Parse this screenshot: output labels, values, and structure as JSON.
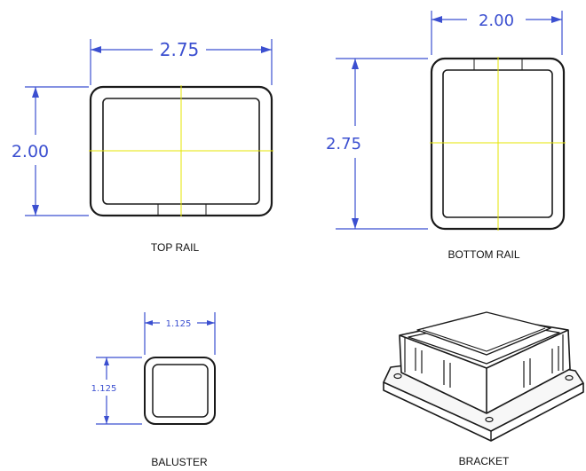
{
  "parts": {
    "top_rail": {
      "label": "TOP RAIL",
      "width_dim": "2.75",
      "height_dim": "2.00"
    },
    "bottom_rail": {
      "label": "BOTTOM RAIL",
      "width_dim": "2.00",
      "height_dim": "2.75"
    },
    "baluster": {
      "label": "BALUSTER",
      "width_dim": "1.125",
      "height_dim": "1.125"
    },
    "bracket": {
      "label": "BRACKET"
    }
  },
  "colors": {
    "dimension": "#3b4fd0",
    "centerline": "#e6e600",
    "outline": "#1a1a1a"
  }
}
